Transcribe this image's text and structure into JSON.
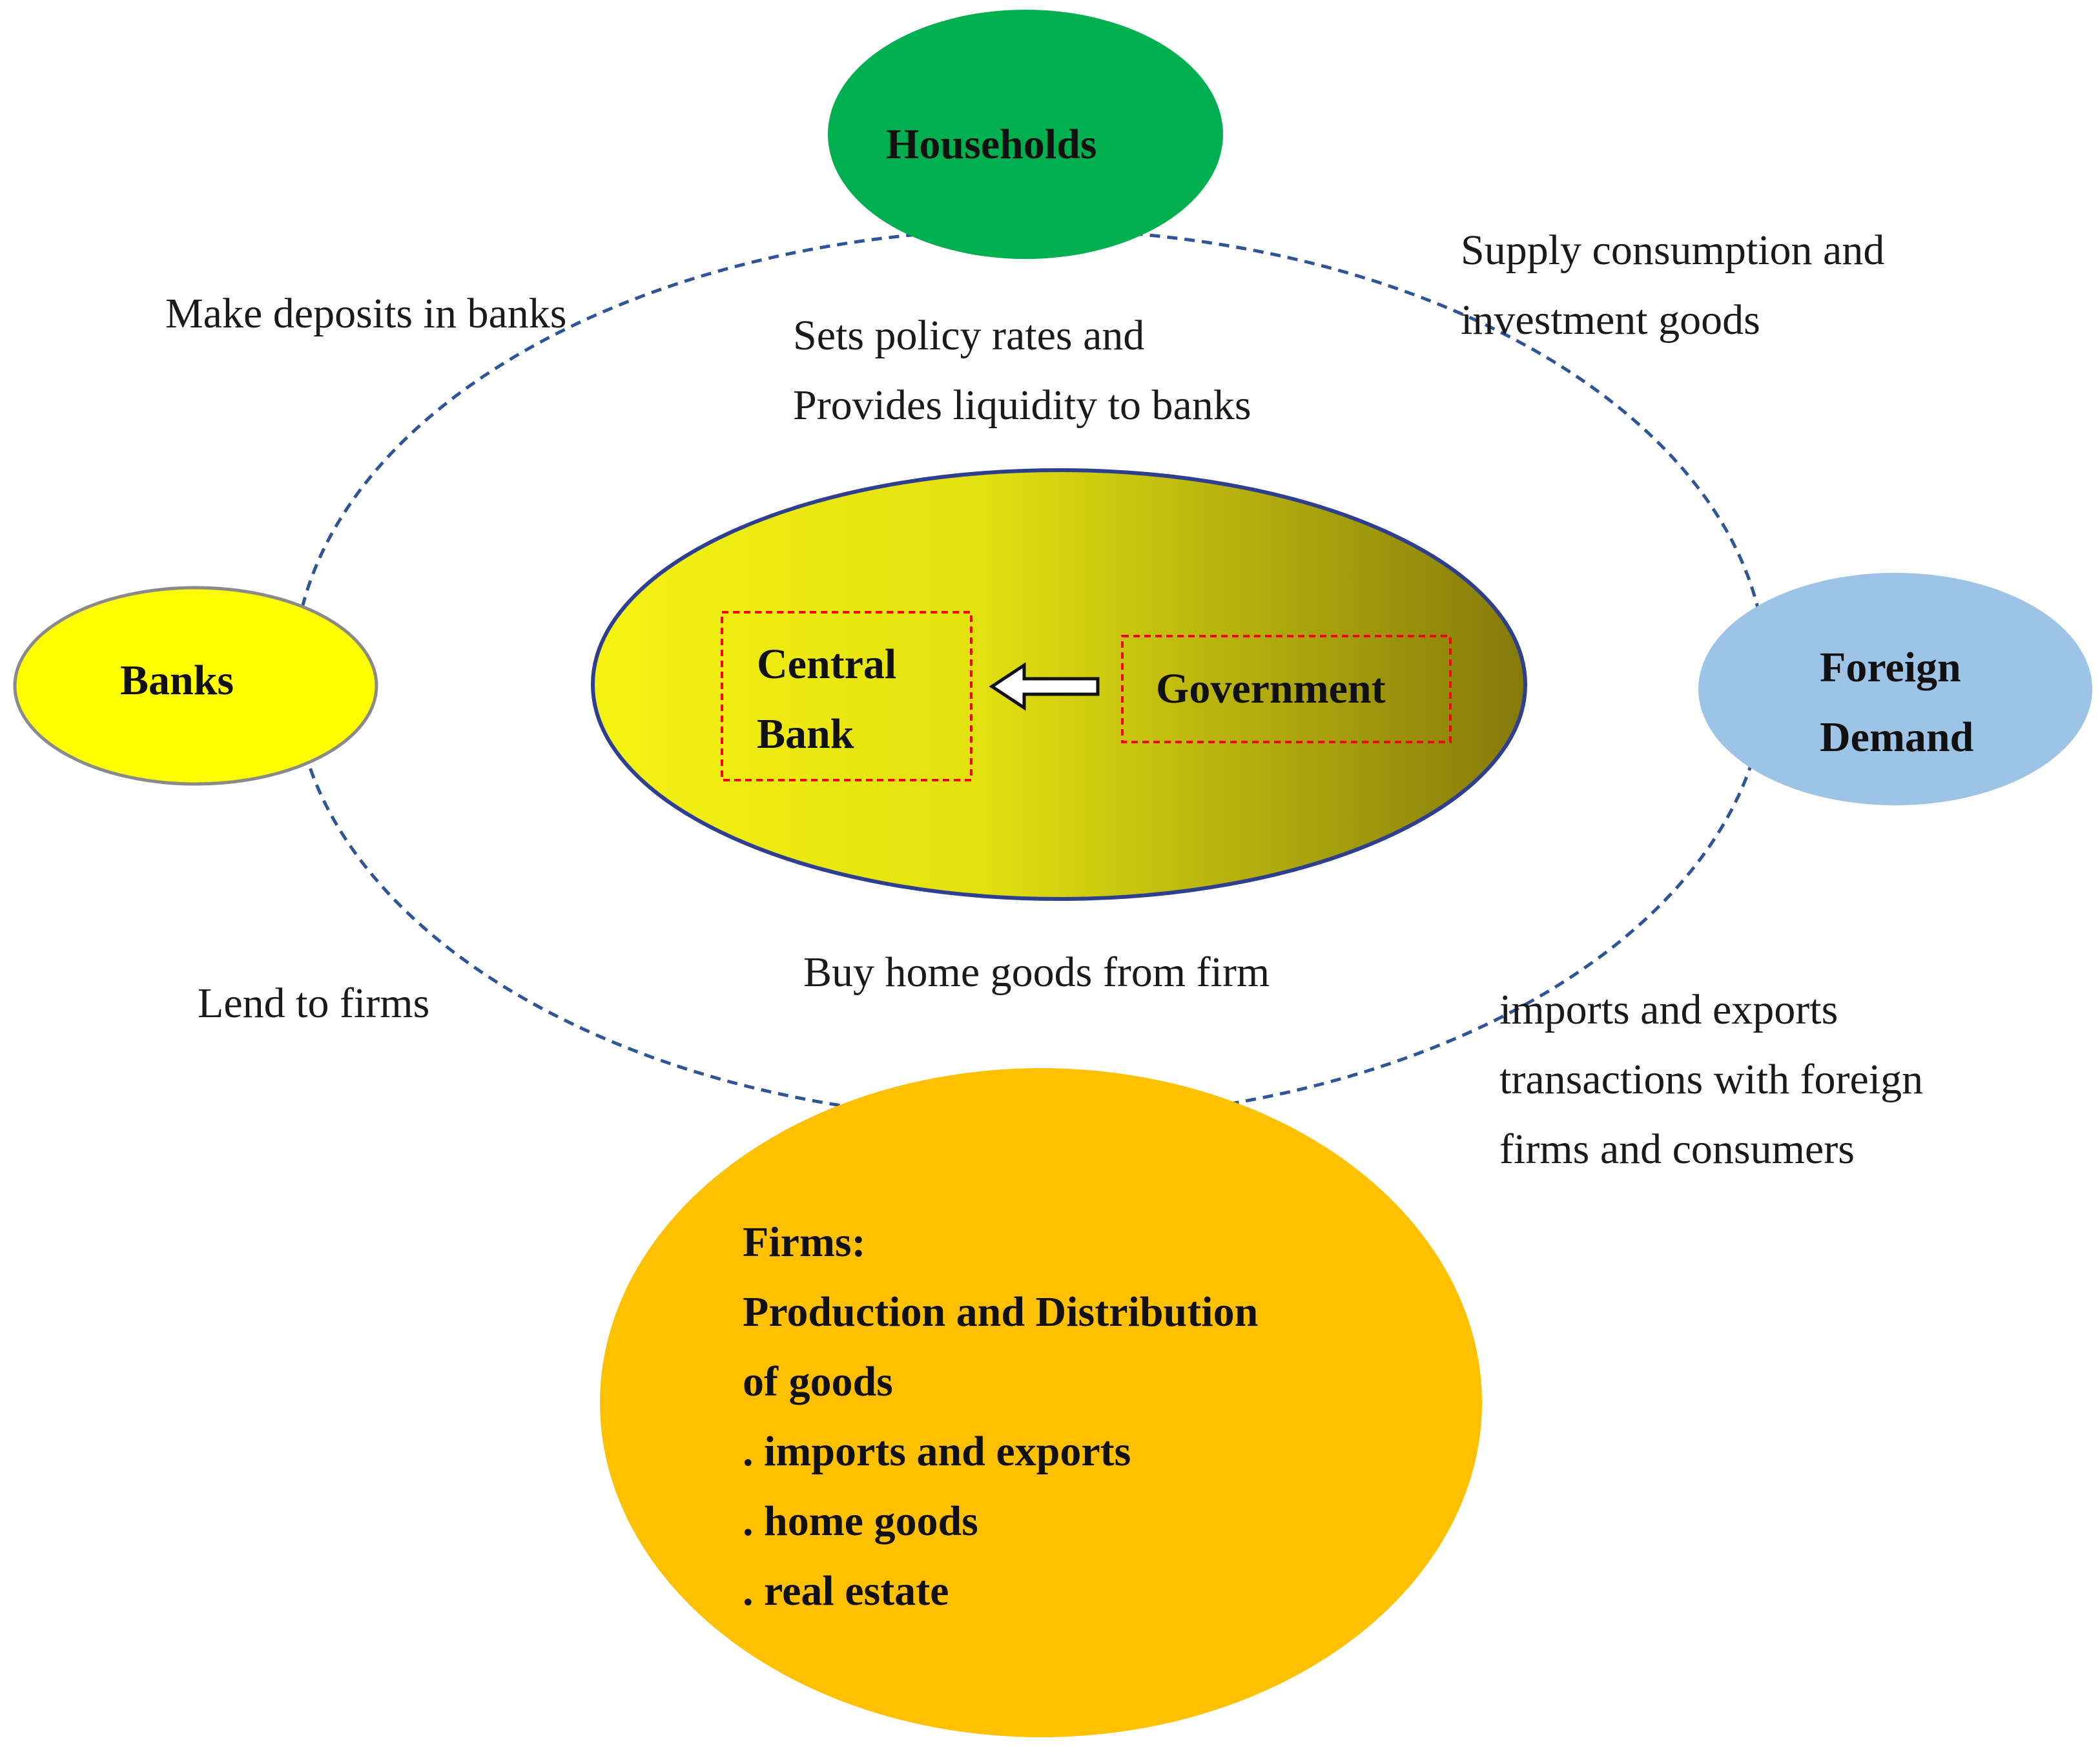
{
  "nodes": {
    "households": {
      "label": "Households",
      "color": "#00b050"
    },
    "banks": {
      "label": "Banks",
      "color": "#ffff00"
    },
    "foreign_demand": {
      "lines": [
        "Foreign",
        "Demand"
      ],
      "color": "#9dc3e6"
    },
    "core": {
      "gradient_start": "#f5f312",
      "gradient_end": "#847a0c"
    },
    "central_bank": {
      "lines": [
        "Central",
        "Bank"
      ]
    },
    "government": {
      "label": "Government"
    },
    "firms": {
      "lines": [
        "Firms:",
        "Production and Distribution",
        "of goods",
        ". imports and exports",
        ". home goods",
        ". real estate"
      ],
      "color": "#ffc000"
    }
  },
  "edges": {
    "deposits": "Make deposits in banks",
    "policy": [
      "Sets policy rates and",
      "Provides liquidity to banks"
    ],
    "supply": [
      "Supply consumption and",
      "investment goods"
    ],
    "buy_home": "Buy home goods from firm",
    "lend": "Lend to firms",
    "trade": [
      "imports and exports",
      "transactions with foreign",
      "firms and consumers"
    ]
  },
  "colors": {
    "dashed_cycle": "#2f5597",
    "dashed_box": "#ff0000"
  }
}
